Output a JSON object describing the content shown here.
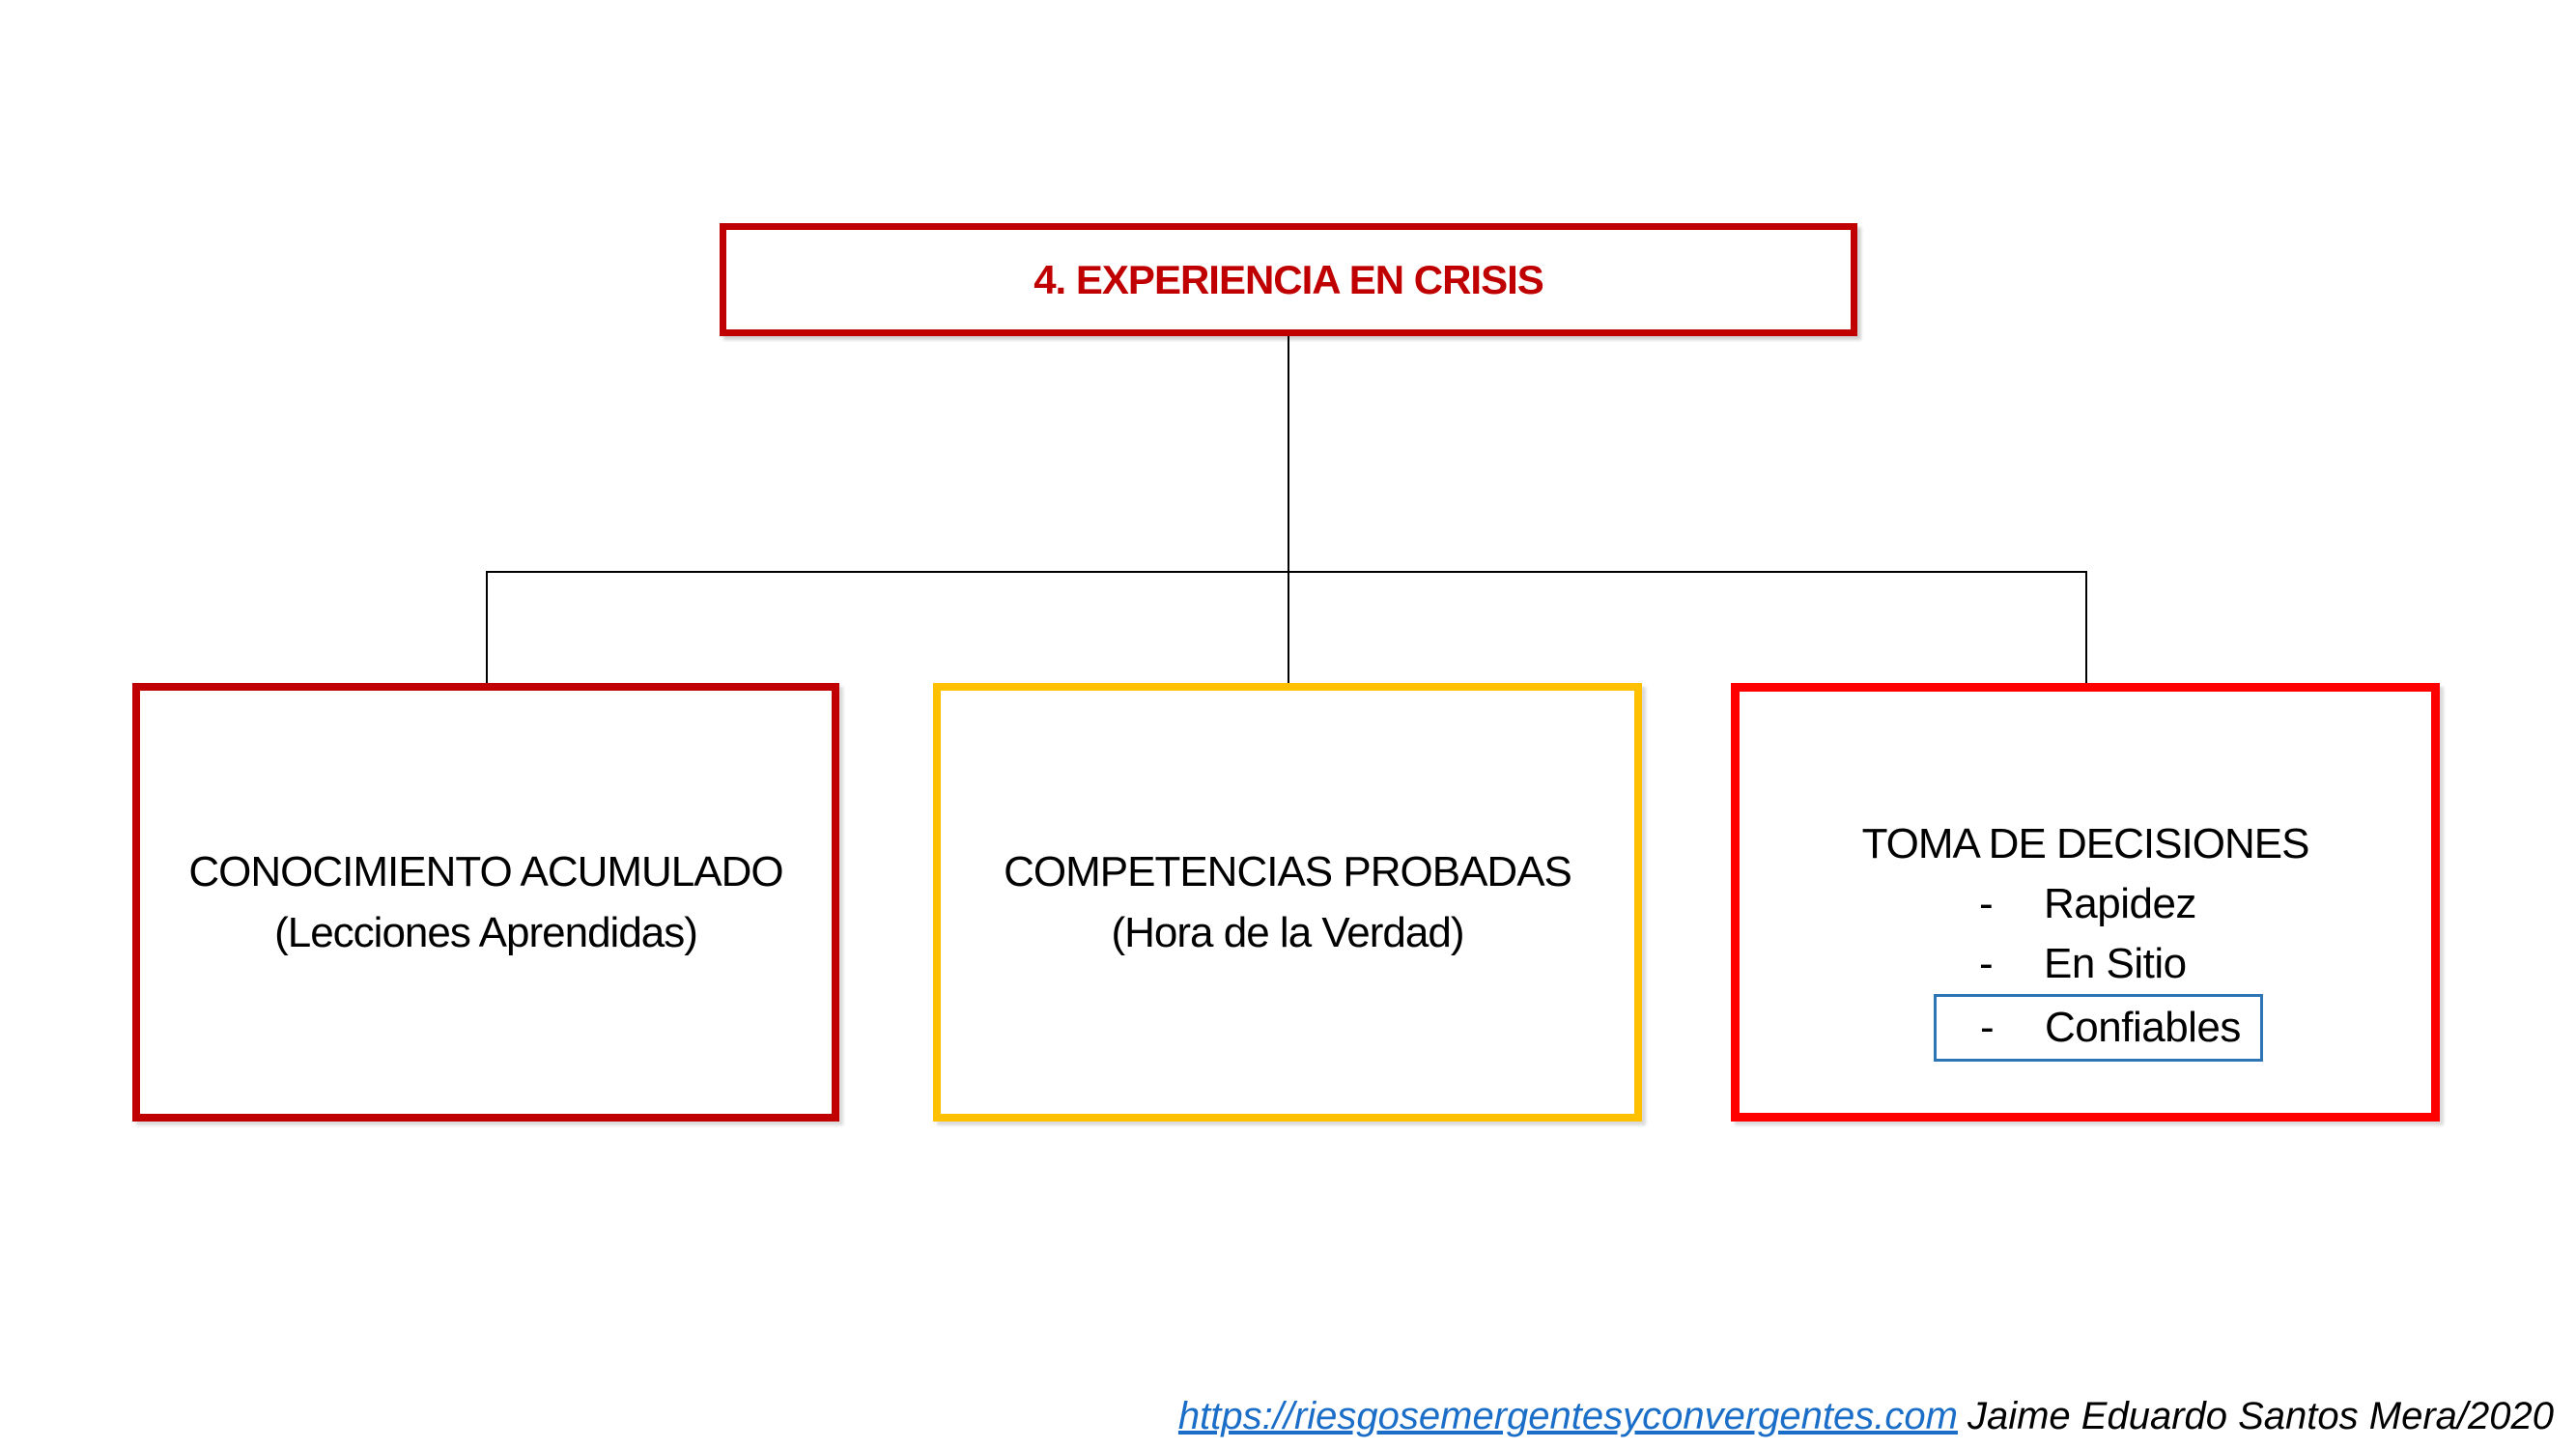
{
  "slide": {
    "title": "4. EXPERIENCIA EN CRISIS",
    "colors": {
      "title_border": "#C00000",
      "title_text": "#C00000",
      "node1_border": "#C00000",
      "node2_border": "#FFC000",
      "node3_border": "#FF0000",
      "highlight_box_border": "#2E75B6",
      "connector": "#000000",
      "link": "#1B6EC8"
    },
    "nodes": [
      {
        "line1": "CONOCIMIENTO ACUMULADO",
        "line2": "(Lecciones Aprendidas)"
      },
      {
        "line1": "COMPETENCIAS PROBADAS",
        "line2": "(Hora de la Verdad)"
      },
      {
        "heading": "TOMA DE DECISIONES",
        "items": [
          {
            "bullet": "-",
            "label": "Rapidez"
          },
          {
            "bullet": "-",
            "label": "En Sitio"
          },
          {
            "bullet": "-",
            "label": "Confiables",
            "boxed": true
          }
        ]
      }
    ]
  },
  "footer": {
    "link_text": "https://riesgosemergentesyconvergentes.com",
    "credit": "Jaime Eduardo Santos Mera/2020"
  }
}
